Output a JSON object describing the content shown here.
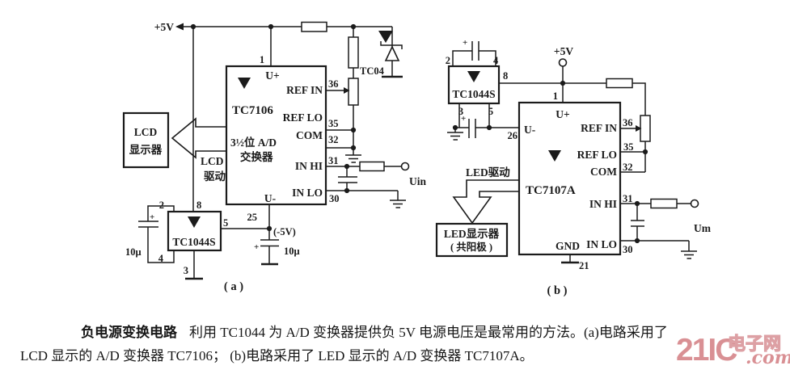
{
  "a": {
    "supply": "+5V",
    "lcd": {
      "l1": "LCD",
      "l2": "显示器"
    },
    "drive": {
      "l1": "LCD",
      "l2": "驱动"
    },
    "ic": {
      "pin1": "1",
      "uplus": "U+",
      "name": "TC7106",
      "d1": "3½位 A/D",
      "d2": "交换器",
      "uminus": "U-",
      "pin25": "25",
      "pins": [
        {
          "n": "36",
          "l": "REF IN"
        },
        {
          "n": "35",
          "l": "REF LO"
        },
        {
          "n": "32",
          "l": "COM"
        },
        {
          "n": "31",
          "l": "IN HI"
        },
        {
          "n": "30",
          "l": "IN LO"
        }
      ]
    },
    "conv": {
      "name": "TC1044S",
      "p2": "2",
      "p8": "8",
      "p5": "5",
      "p4": "4",
      "p3": "3"
    },
    "cap_left": "10μ",
    "cap_left_plus": "+",
    "neg5": "(-5V)",
    "cap_bot": "10μ",
    "cap_bot_plus": "+",
    "diode": "TC04",
    "uin": "Uin",
    "tag": "( a )"
  },
  "b": {
    "supply": "+5V",
    "conv": {
      "name": "TC1044S",
      "p2": "2",
      "p4": "4",
      "p8": "8",
      "p3": "3",
      "p5": "5",
      "cap_top_plus": "+",
      "cap_bot_plus": "+"
    },
    "ic": {
      "pin1": "1",
      "uplus": "U+",
      "uminus": "U-",
      "pin26": "26",
      "name": "TC7107A",
      "gnd": "GND",
      "pin21": "21",
      "pins": [
        {
          "n": "36",
          "l": "REF IN"
        },
        {
          "n": "35",
          "l": "REF LO"
        },
        {
          "n": "32",
          "l": "COM"
        },
        {
          "n": "31",
          "l": "IN HI"
        },
        {
          "n": "30",
          "l": "IN LO"
        }
      ]
    },
    "drive": "LED驱动",
    "led": {
      "l1": "LED显示器",
      "l2": "( 共阳极 )"
    },
    "um": "Um",
    "tag": "( b )"
  },
  "caption": {
    "title": "负电源变换电路",
    "line1": "利用 TC1044 为 A/D 变换器提供负 5V 电源电压是最常用的方法。(a)电路采用了",
    "line2": "LCD 显示的 A/D 变换器 TC7106；  (b)电路采用了 LED 显示的 A/D 变换器 TC7107A。"
  },
  "watermark": {
    "big": "21IC",
    "cn": "电子网",
    "com": ".com",
    "color": "#d99094"
  }
}
